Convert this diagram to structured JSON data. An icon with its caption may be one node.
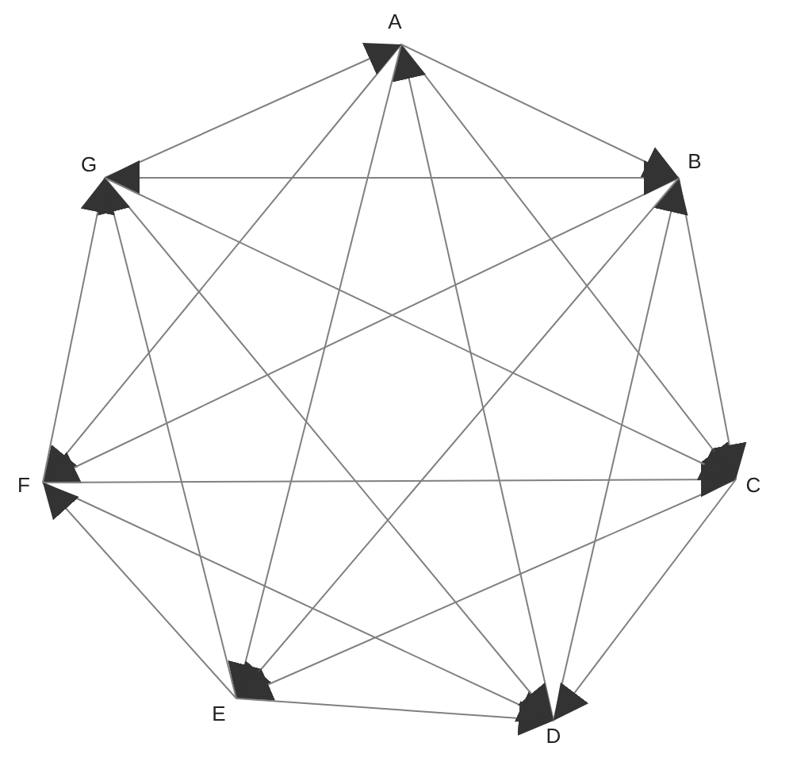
{
  "diagram": {
    "nodes": [
      {
        "text": [
          "A"
        ]
      },
      {
        "text": [
          "B"
        ]
      },
      {
        "text": [
          "C"
        ]
      },
      {
        "text": [
          "D"
        ]
      },
      {
        "text": [
          "E"
        ]
      },
      {
        "text": [
          "F"
        ]
      },
      {
        "text": [
          "G"
        ]
      }
    ],
    "edges": [
      {
        "from": 0,
        "to": 1,
        "arrow": "to"
      },
      {
        "from": 0,
        "to": 2,
        "arrow": "to"
      },
      {
        "from": 3,
        "to": 0,
        "arrow": "to"
      },
      {
        "from": 0,
        "to": 4,
        "arrow": "to"
      },
      {
        "from": 0,
        "to": 5,
        "arrow": "to"
      },
      {
        "from": 6,
        "to": 0,
        "arrow": "to"
      },
      {
        "from": 1,
        "to": 2,
        "arrow": "to"
      },
      {
        "from": 3,
        "to": 1,
        "arrow": "to"
      },
      {
        "from": 1,
        "to": 4,
        "arrow": "to"
      },
      {
        "from": 1,
        "to": 5,
        "arrow": "to"
      },
      {
        "from": 1,
        "to": 6,
        "arrow": "both"
      },
      {
        "from": 2,
        "to": 3,
        "arrow": "to"
      },
      {
        "from": 2,
        "to": 4,
        "arrow": "to"
      },
      {
        "from": 5,
        "to": 2,
        "arrow": "to"
      },
      {
        "from": 6,
        "to": 2,
        "arrow": "to"
      },
      {
        "from": 4,
        "to": 3,
        "arrow": "to"
      },
      {
        "from": 5,
        "to": 3,
        "arrow": "to"
      },
      {
        "from": 6,
        "to": 3,
        "arrow": "to"
      },
      {
        "from": 4,
        "to": 5,
        "arrow": "to"
      },
      {
        "from": 4,
        "to": 6,
        "arrow": "to"
      },
      {
        "from": 5,
        "to": 6,
        "arrow": "to"
      }
    ]
  }
}
